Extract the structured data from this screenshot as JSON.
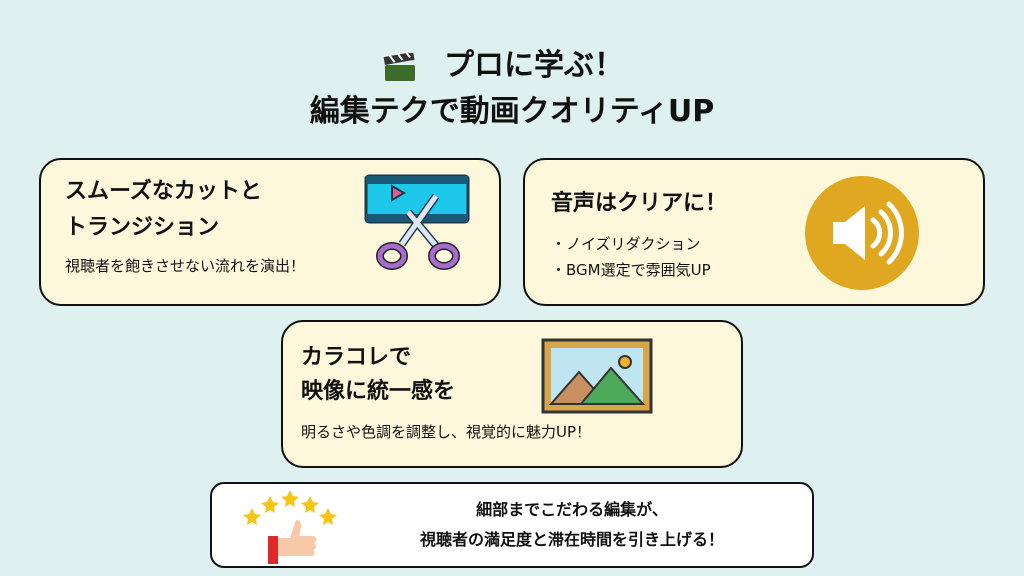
{
  "title": {
    "line1": "プロに学ぶ！",
    "line2": "編集テクで動画クオリティUP",
    "icon": "clapperboard-icon"
  },
  "cards": [
    {
      "heading1": "スムーズなカットと",
      "heading2": "トランジション",
      "desc": "視聴者を飽きさせない流れを演出！",
      "icon": "film-scissors-icon"
    },
    {
      "heading1": "音声はクリアに！",
      "bullets": [
        "・ノイズリダクション",
        "・BGM選定で雰囲気UP"
      ],
      "icon": "speaker-icon"
    },
    {
      "heading1": "カラコレで",
      "heading2": "映像に統一感を",
      "desc": "明るさや色調を調整し、視覚的に魅力UP！",
      "icon": "landscape-picture-icon"
    }
  ],
  "summary": {
    "line1": "細部までこだわる編集が、",
    "line2": "視聴者の満足度と滞在時間を引き上げる！",
    "icon": "thumbs-up-stars-icon"
  },
  "colors": {
    "background": "#dff0f0",
    "card": "#fdf8dc",
    "accent_speaker": "#e0a820"
  }
}
